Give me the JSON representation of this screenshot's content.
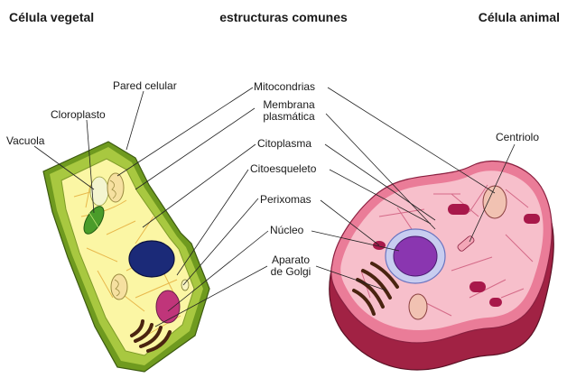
{
  "headers": {
    "left": "Célula vegetal",
    "center": "estructuras comunes",
    "right": "Célula animal"
  },
  "plant_labels": {
    "pared_celular": "Pared celular",
    "cloroplasto": "Cloroplasto",
    "vacuola": "Vacuola"
  },
  "common_labels": {
    "mitocondrias": "Mitocondrias",
    "membrana_1": "Membrana",
    "membrana_2": "plasmática",
    "citoplasma": "Citoplasma",
    "citoesqueleto": "Citoesqueleto",
    "perixomas": "Perixomas",
    "nucleo": "Núcleo",
    "golgi_1": "Aparato",
    "golgi_2": "de Golgi"
  },
  "animal_labels": {
    "centriolo": "Centriolo"
  }
}
